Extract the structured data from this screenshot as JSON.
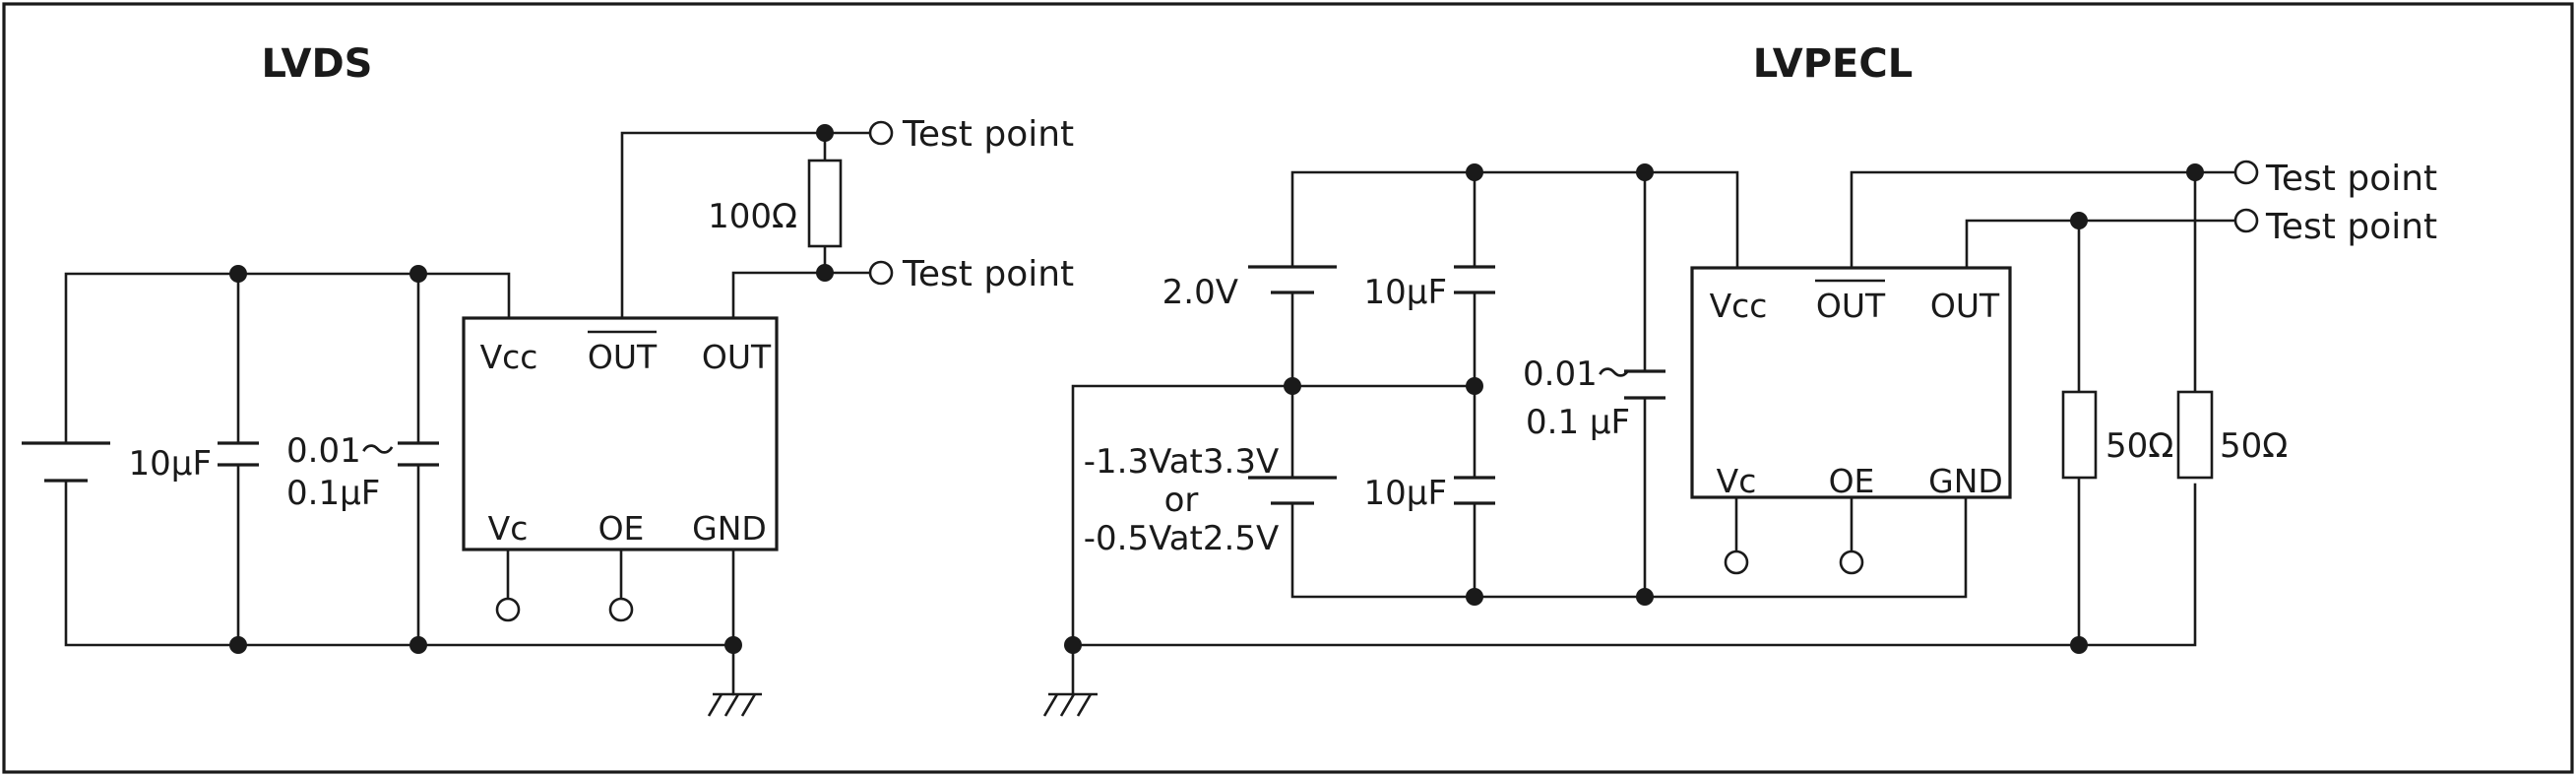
{
  "lvds": {
    "title": "LVDS",
    "cap1": "10µF",
    "cap2_line1": "0.01～",
    "cap2_line2": "0.1µF",
    "resistor": "100Ω",
    "test_point_1": "Test point",
    "test_point_2": "Test point",
    "pin_vcc": "Vcc",
    "pin_out_bar": "OUT",
    "pin_out": "OUT",
    "pin_vc": "Vc",
    "pin_oe": "OE",
    "pin_gnd": "GND"
  },
  "lvpecl": {
    "title": "LVPECL",
    "battery_top": "2.0V",
    "battery_bottom_line1": "-1.3Vat3.3V",
    "battery_bottom_line2": "or",
    "battery_bottom_line3": "-0.5Vat2.5V",
    "cap_top": "10µF",
    "cap_bottom": "10µF",
    "cap_bypass_line1": "0.01～",
    "cap_bypass_line2": "0.1 µF",
    "test_point_1": "Test point",
    "test_point_2": "Test point",
    "resistor_1": "50Ω",
    "resistor_2": "50Ω",
    "pin_vcc": "Vcc",
    "pin_out_bar": "OUT",
    "pin_out": "OUT",
    "pin_vc": "Vc",
    "pin_oe": "OE",
    "pin_gnd": "GND"
  }
}
